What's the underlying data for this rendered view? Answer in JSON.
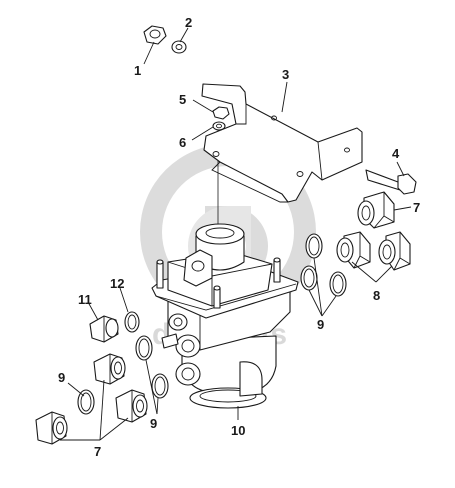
{
  "watermark": {
    "text": "dag parts",
    "color": "#d9d9d9"
  },
  "callouts": [
    {
      "id": "c1",
      "label": "1"
    },
    {
      "id": "c2",
      "label": "2"
    },
    {
      "id": "c3",
      "label": "3"
    },
    {
      "id": "c4",
      "label": "4"
    },
    {
      "id": "c5",
      "label": "5"
    },
    {
      "id": "c6",
      "label": "6"
    },
    {
      "id": "c7a",
      "label": "7"
    },
    {
      "id": "c7b",
      "label": "7"
    },
    {
      "id": "c8",
      "label": "8"
    },
    {
      "id": "c9a",
      "label": "9"
    },
    {
      "id": "c9b",
      "label": "9"
    },
    {
      "id": "c9c",
      "label": "9"
    },
    {
      "id": "c10",
      "label": "10"
    },
    {
      "id": "c11",
      "label": "11"
    },
    {
      "id": "c12",
      "label": "12"
    }
  ],
  "colors": {
    "ink": "#1a1a1a",
    "background": "#ffffff"
  }
}
